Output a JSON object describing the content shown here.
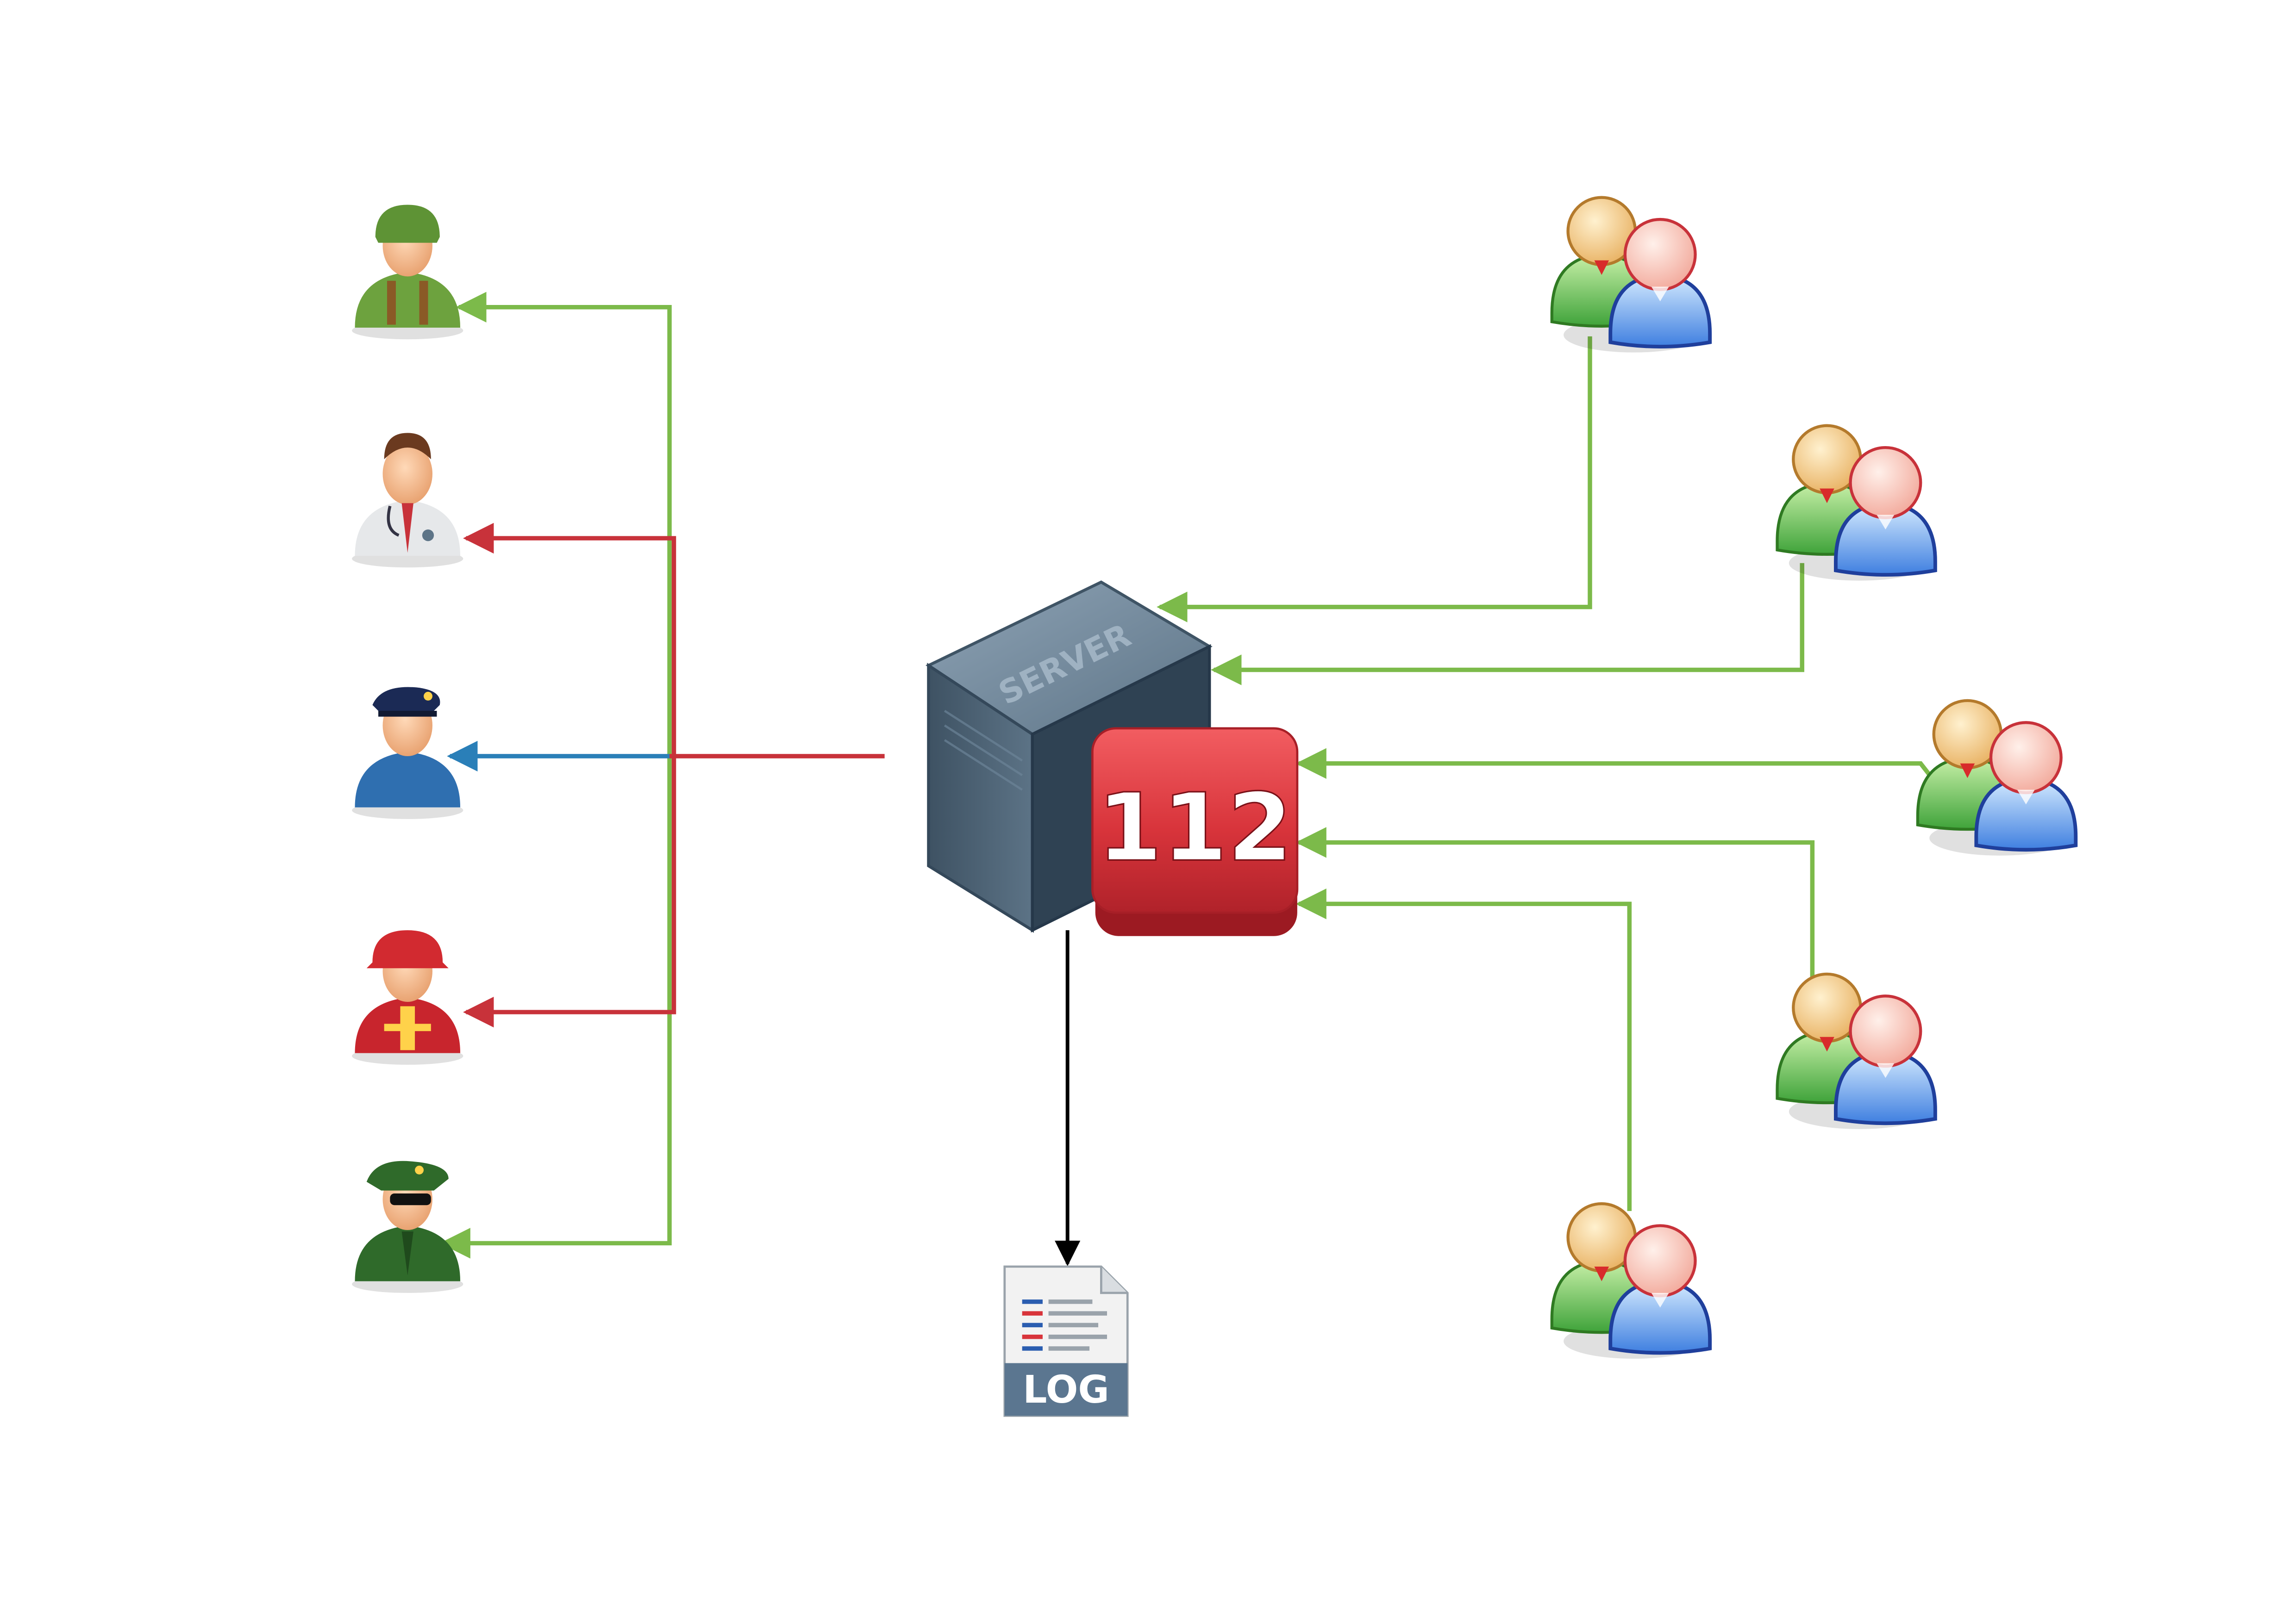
{
  "server": {
    "name": "server-icon",
    "label": "SERVER",
    "badge": "112"
  },
  "log": {
    "name": "log-file-icon",
    "label": "LOG"
  },
  "responders": [
    {
      "name": "soldier-icon",
      "link_color": "#7cba4a"
    },
    {
      "name": "doctor-icon",
      "link_color": "#c8323a"
    },
    {
      "name": "police-officer-icon",
      "link_color": "#2a7fb8"
    },
    {
      "name": "firefighter-icon",
      "link_color": "#c8323a"
    },
    {
      "name": "military-officer-icon",
      "link_color": "#7cba4a"
    }
  ],
  "callers": [
    {
      "name": "caller-group-icon-1"
    },
    {
      "name": "caller-group-icon-2"
    },
    {
      "name": "caller-group-icon-3"
    },
    {
      "name": "caller-group-icon-4"
    },
    {
      "name": "caller-group-icon-5"
    }
  ],
  "colors": {
    "green_link": "#7cba4a",
    "red_link": "#c8323a",
    "blue_link": "#2a7fb8",
    "log_link": "#000000",
    "badge_red": "#d8343b",
    "server_body": "#4f6577"
  }
}
